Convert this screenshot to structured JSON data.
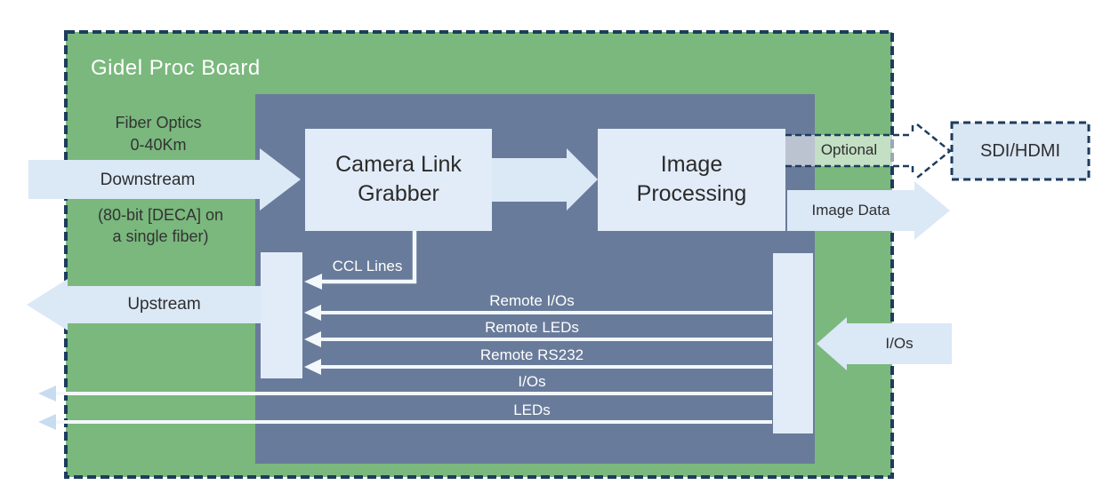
{
  "board": {
    "title": "Gidel Proc Board"
  },
  "fiber_input": {
    "line1": "Fiber Optics",
    "line2": "0-40Km",
    "downstream": "Downstream",
    "note_line1": "(80-bit [DECA] on",
    "note_line2": "a single fiber)"
  },
  "blocks": {
    "camera_link_grabber": {
      "line1": "Camera Link",
      "line2": "Grabber"
    },
    "image_processing": {
      "line1": "Image",
      "line2": "Processing"
    },
    "sdi_hdmi": {
      "label": "SDI/HDMI"
    }
  },
  "outputs": {
    "optional": "Optional",
    "image_data": "Image Data",
    "upstream": "Upstream"
  },
  "signal_lines": {
    "ccl_lines": "CCL Lines",
    "remote_ios": "Remote I/Os",
    "remote_leds": "Remote LEDs",
    "remote_rs232": "Remote RS232",
    "ios": "I/Os",
    "leds": "LEDs"
  },
  "inputs": {
    "ios": "I/Os"
  },
  "colors": {
    "board_green": "#7ab87d",
    "inner_panel_slate": "#697b9a",
    "block_fill_light_blue": "#e2ecf8",
    "arrow_fill_light_blue": "#dbe8f6",
    "dashed_border_navy": "#1d3c5e",
    "text_dark": "#2e2e2e",
    "text_white": "#ffffff"
  }
}
